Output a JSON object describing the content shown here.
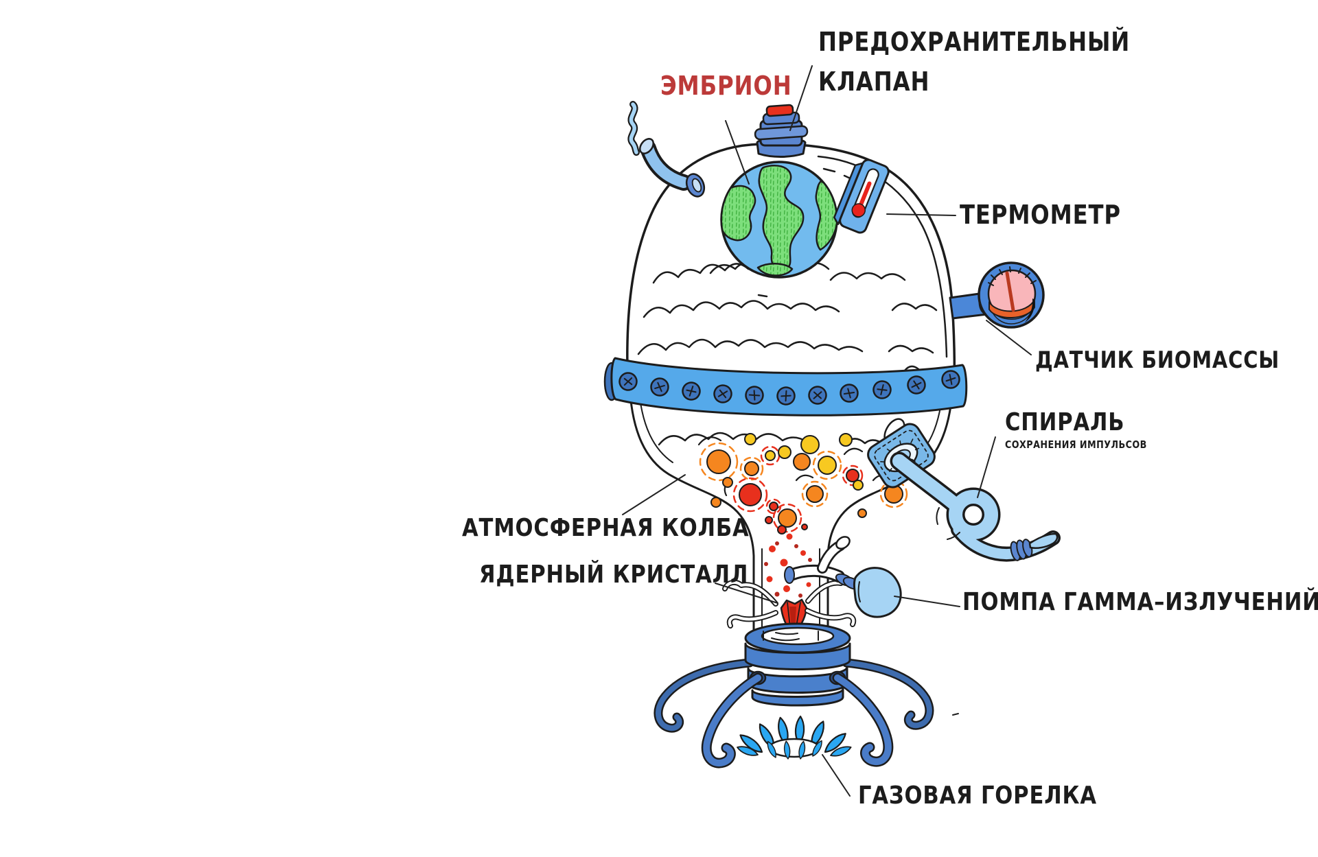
{
  "page": {
    "background": "#ffffff",
    "language": "ru"
  },
  "labels": {
    "safety_valve": {
      "line1": "ПРЕДОХРАНИТЕЛЬНЫЙ",
      "line2": "КЛАПАН"
    },
    "embryo": {
      "text": "ЭМБРИОН"
    },
    "thermometer": {
      "text": "ТЕРМОМЕТР"
    },
    "biomass_sensor": {
      "text": "ДАТЧИК БИОМАССЫ"
    },
    "spiral": {
      "text": "СПИРАЛЬ",
      "subtitle": "СОХРАНЕНИЯ ИМПУЛЬСОВ"
    },
    "atmospheric_flask": {
      "text": "АТМОСФЕРНАЯ КОЛБА"
    },
    "nuclear_crystal": {
      "text": "ЯДЕРНЫЙ КРИСТАЛЛ"
    },
    "gamma_pump": {
      "text": "ПОМПА ГАММА–ИЗЛУЧЕНИЙ"
    },
    "gas_burner": {
      "text": "ГАЗОВАЯ ГОРЕЛКА"
    }
  },
  "colors": {
    "page-bg": "#ffffff",
    "ink": "#1c1c1c",
    "label-red": "#bc3a39",
    "ocean": "#72bbee",
    "land": "#7ddf7c",
    "land-hatch": "#3cae3c",
    "metal-blue": "#5b86d0",
    "metal-blue-dark": "#3f64a8",
    "belt-blue": "#55a9ea",
    "screw-blue": "#3e74bc",
    "gauge-blue": "#4b87d8",
    "dial-pink": "#f9b6ba",
    "dial-orange": "#e8622a",
    "hose-blue": "#a6d4f4",
    "patch-blue": "#79b8e8",
    "hot-red": "#e8301d",
    "hot-orange": "#f5861f",
    "hot-yellow": "#f7c921",
    "flame-blue": "#2aa7f2",
    "base-blue": "#4a80cc",
    "leg-blue": "#4a7cc8",
    "leg-blue-dark": "#3e6cae",
    "mercury-red": "#e8231c",
    "thermo-panel": "#6fb2ec"
  }
}
